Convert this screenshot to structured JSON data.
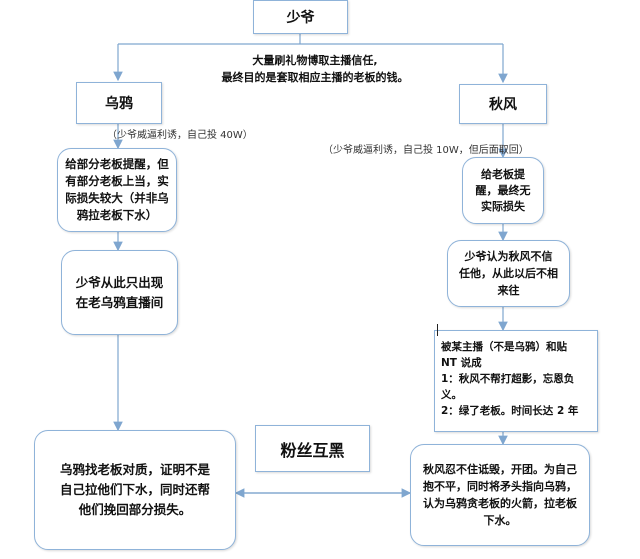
{
  "nodes": {
    "shaoye": "少爷",
    "intro_line1": "大量刷礼物博取主播信任,",
    "intro_line2": "最终目的是套取相应主播的老板的钱。",
    "wuya": "乌鸦",
    "qiufeng": "秋风",
    "note_left": "（少爷威逼利诱，自己投 40W）",
    "note_right": "（少爷威逼利诱，自己投 10W，但后面取回）",
    "left_step1": "给部分老板提醒，但\n有部分老板上当，实\n际损失较大（并非乌\n鸦拉老板下水）",
    "left_step2": "少爷从此只出现\n在老乌鸦直播间",
    "left_step3": "乌鸦找老板对质，证明不是\n自己拉他们下水，同时还帮\n他们挽回部分损失。",
    "right_step1": "给老板提\n醒，最终无\n实际损失",
    "right_step2": "少爷认为秋风不信\n任他，从此以后不相\n来往",
    "right_step3": "被某主播（不是乌鸦）和贴\nNT 说成\n1：秋风不帮打超影，忘恩负\n义。\n2：绿了老板。时间长达 2 年",
    "right_step4": "秋风忍不住诋毁，开团。为自己\n抱不平，同时将矛头指向乌鸦，\n认为乌鸦贪老板的火箭，拉老板\n下水。",
    "center": "粉丝互黑"
  }
}
